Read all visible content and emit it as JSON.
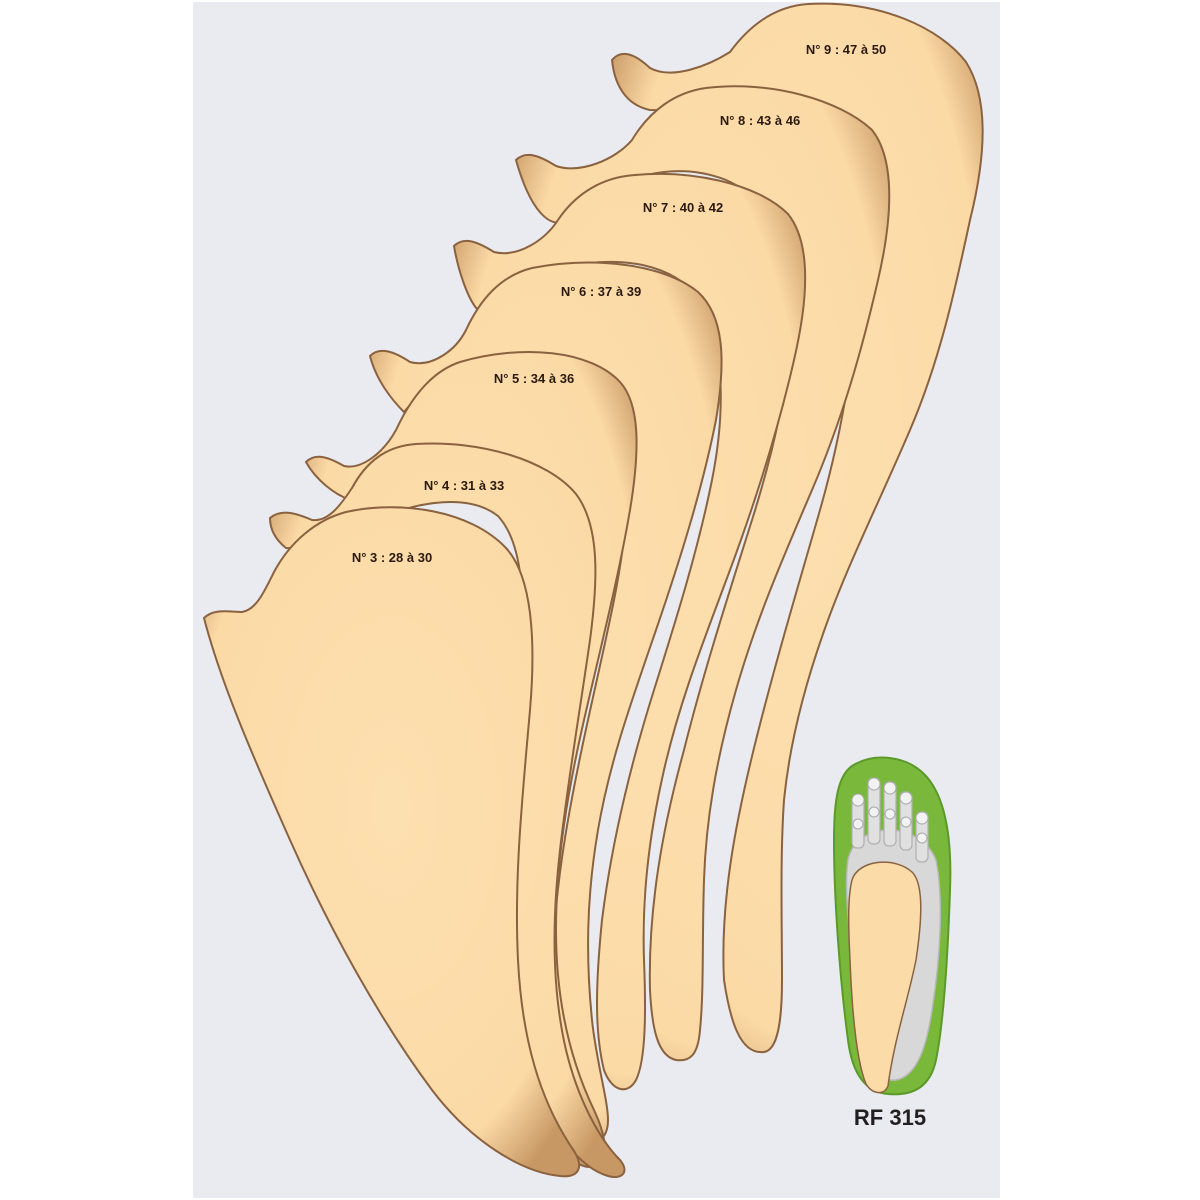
{
  "insoles": [
    {
      "label": "N° 9 : 47 à 50"
    },
    {
      "label": "N° 8 : 43 à 46"
    },
    {
      "label": "N° 7 : 40 à 42"
    },
    {
      "label": "N° 6 : 37 à 39"
    },
    {
      "label": "N° 5 : 34 à 36"
    },
    {
      "label": "N° 4 : 31 à 33"
    },
    {
      "label": "N° 3 : 28 à 30"
    }
  ],
  "product": {
    "code": "RF 315",
    "icon": "foot-skeleton-insole-icon"
  },
  "colors": {
    "background": "#e9ebf0",
    "insole_fill": "#fbdcaa",
    "insole_edge": "#9a6e45",
    "accent_green": "#78b83a",
    "bone": "#d4d4d4"
  }
}
